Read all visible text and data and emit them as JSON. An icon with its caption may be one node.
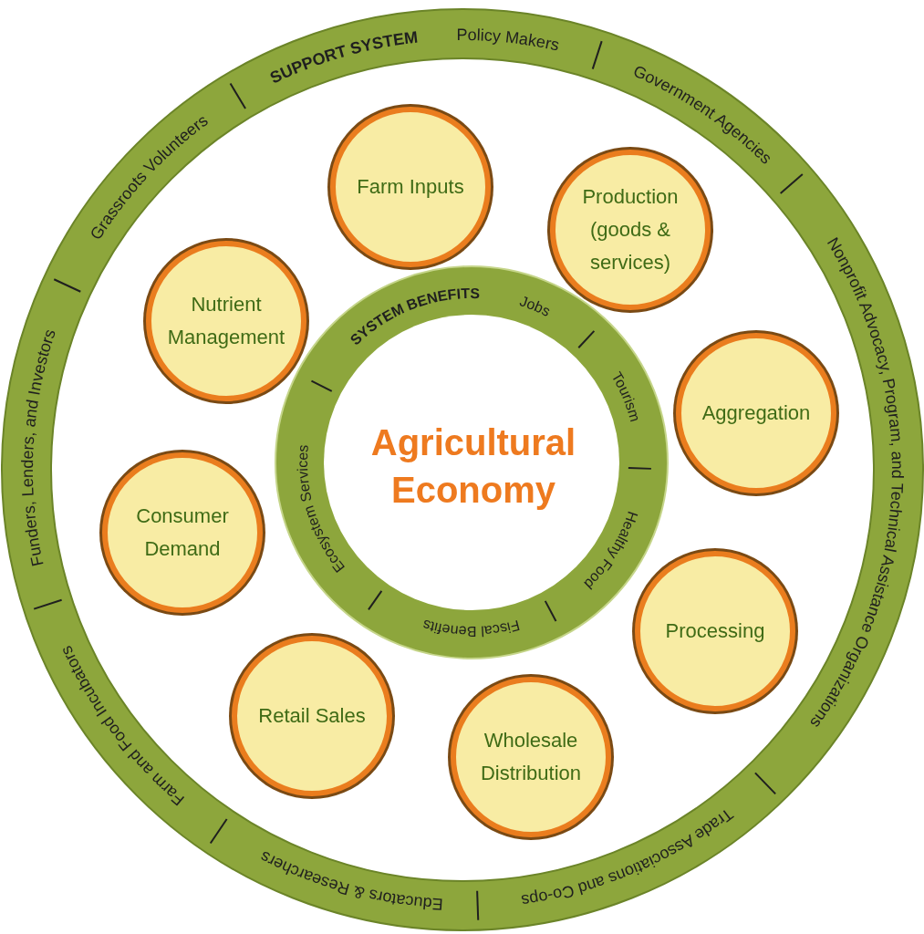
{
  "diagram": {
    "nodes": [
      {
        "text": [
          "SUPPORT SYSTEM",
          "Policy Makers",
          "Government Agencies",
          "Nonprofit Advocacy, Program, and Technical Assistance Organizations",
          "Trade Associations and Co-ops",
          "Educators & Researchers",
          "Farm and Food Incubators",
          "Funders, Lenders, and Investors",
          "Grassroots Volunteers"
        ]
      },
      {
        "text": [
          "SYSTEM BENEFITS",
          "Jobs",
          "Tourism",
          "Healthy Food",
          "Fiscal Benefits",
          "Ecosystem Services"
        ],
        "in": 0
      },
      {
        "text": [
          "Agricultural Economy"
        ],
        "in": 1
      },
      {
        "text": [
          "Farm Inputs"
        ],
        "in": 0
      },
      {
        "text": [
          "Production (goods & services)"
        ],
        "in": 0
      },
      {
        "text": [
          "Aggregation"
        ],
        "in": 0
      },
      {
        "text": [
          "Processing"
        ],
        "in": 0
      },
      {
        "text": [
          "Wholesale Distribution"
        ],
        "in": 0
      },
      {
        "text": [
          "Retail Sales"
        ],
        "in": 0
      },
      {
        "text": [
          "Consumer Demand"
        ],
        "in": 0
      },
      {
        "text": [
          "Nutrient Management"
        ],
        "in": 0
      }
    ]
  }
}
